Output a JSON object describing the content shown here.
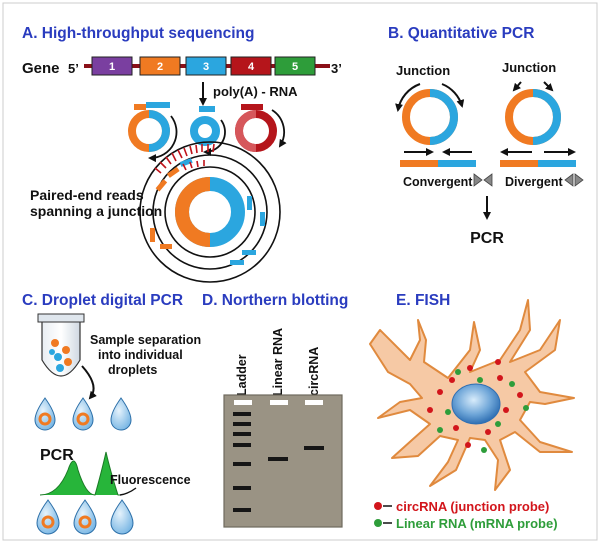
{
  "panels": {
    "a": {
      "title": "A. High-throughput sequencing",
      "gene_label": "Gene",
      "five_prime": "5’",
      "three_prime": "3’",
      "exons": [
        "1",
        "2",
        "3",
        "4",
        "5"
      ],
      "polyA_label": "poly(A) - RNA",
      "reads_label_1": "Paired-end reads",
      "reads_label_2": "spanning a junction"
    },
    "b": {
      "title": "B. Quantitative PCR",
      "junction_left": "Junction",
      "junction_right": "Junction",
      "convergent": "Convergent",
      "divergent": "Divergent",
      "pcr": "PCR"
    },
    "c": {
      "title": "C. Droplet digital PCR",
      "sample_1": "Sample separation",
      "sample_2": "into individual",
      "sample_3": "droplets",
      "pcr": "PCR",
      "fluorescence": "Fluorescence"
    },
    "d": {
      "title": "D. Northern blotting",
      "lanes": [
        "Ladder",
        "Linear RNA",
        "circRNA"
      ]
    },
    "e": {
      "title": "E. FISH",
      "legend_circ": "circRNA (junction probe)",
      "legend_linear": "Linear RNA (mRNA probe)"
    }
  },
  "colors": {
    "title": "#2a3cbf",
    "exon1": "#7a3fa0",
    "exon2": "#f07a22",
    "exon3": "#2ba6df",
    "exon4": "#b5151b",
    "exon5": "#2e9d3a",
    "orange": "#f07a22",
    "blue": "#2ba6df",
    "red": "#c0131b",
    "gel": "#9a9384",
    "cell": "#f6c9a5",
    "cell_edge": "#e08a3e",
    "green_peak": "#27b53a",
    "legend_red": "#d2151b",
    "legend_green": "#2e9d3a"
  }
}
